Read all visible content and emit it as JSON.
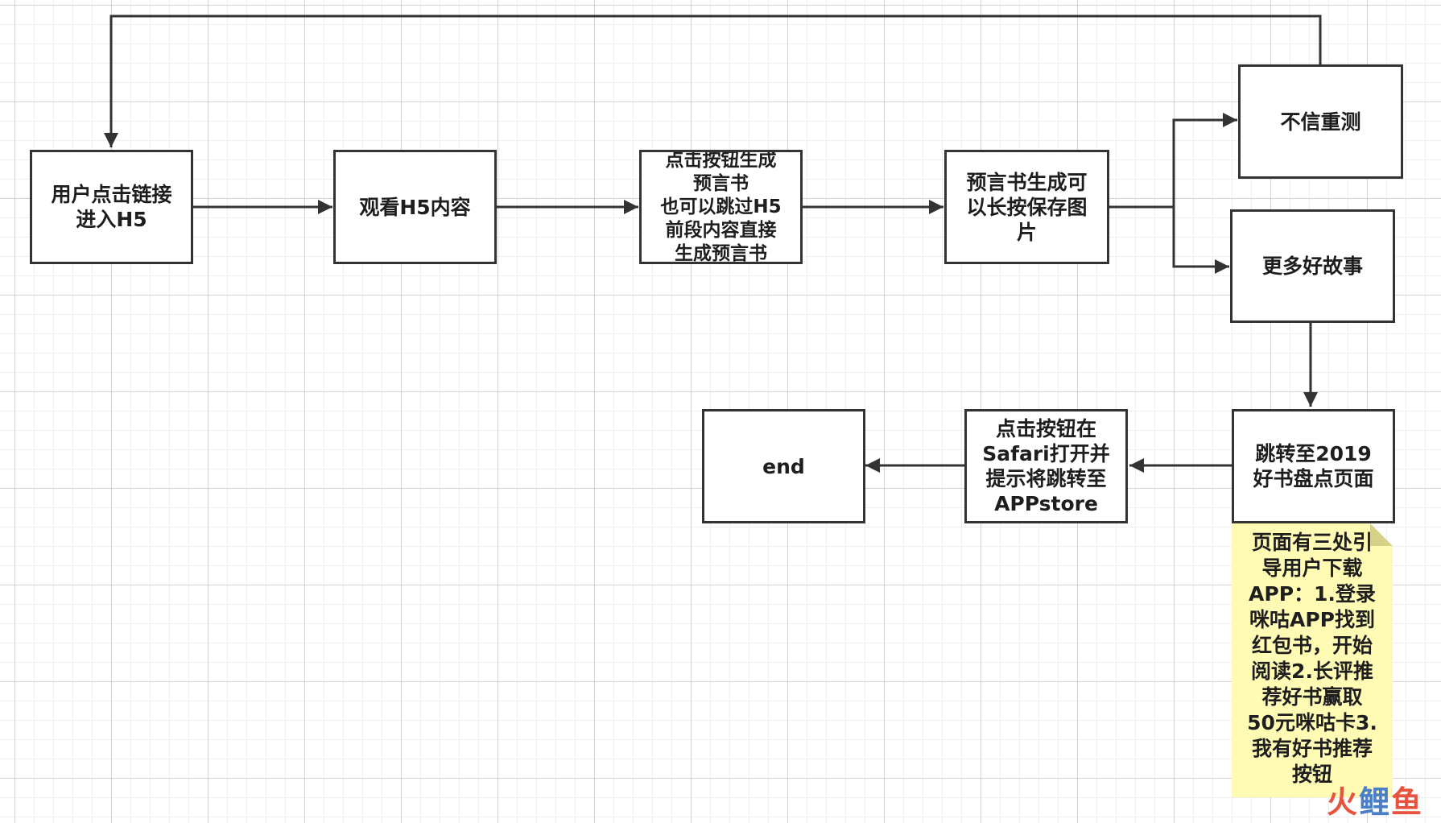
{
  "diagram": {
    "nodes": [
      {
        "id": "n1",
        "text": "用户点击链接\n进入H5"
      },
      {
        "id": "n2",
        "text": "观看H5内容"
      },
      {
        "id": "n3",
        "text": "点击按钮生成\n预言书\n也可以跳过H5\n前段内容直接\n生成预言书"
      },
      {
        "id": "n4",
        "text": "预言书生成可\n以长按保存图\n片"
      },
      {
        "id": "n5",
        "text": "不信重测"
      },
      {
        "id": "n6",
        "text": "更多好故事"
      },
      {
        "id": "n7",
        "text": "跳转至2019\n好书盘点页面"
      },
      {
        "id": "n8",
        "text": "点击按钮在\nSafari打开并\n提示将跳转至\nAPPstore"
      },
      {
        "id": "n9",
        "text": "end"
      }
    ],
    "note": {
      "text": "页面有三处引\n导用户下载\nAPP：1.登录\n咪咕APP找到\n红包书，开始\n阅读2.长评推\n荐好书赢取\n50元咪咕卡3.\n我有好书推荐\n按钮"
    },
    "colors": {
      "stroke": "#333333",
      "note_fill": "#fffbb4"
    }
  },
  "watermark": {
    "part1": "火",
    "part2": "鲤",
    "part3": "鱼"
  }
}
